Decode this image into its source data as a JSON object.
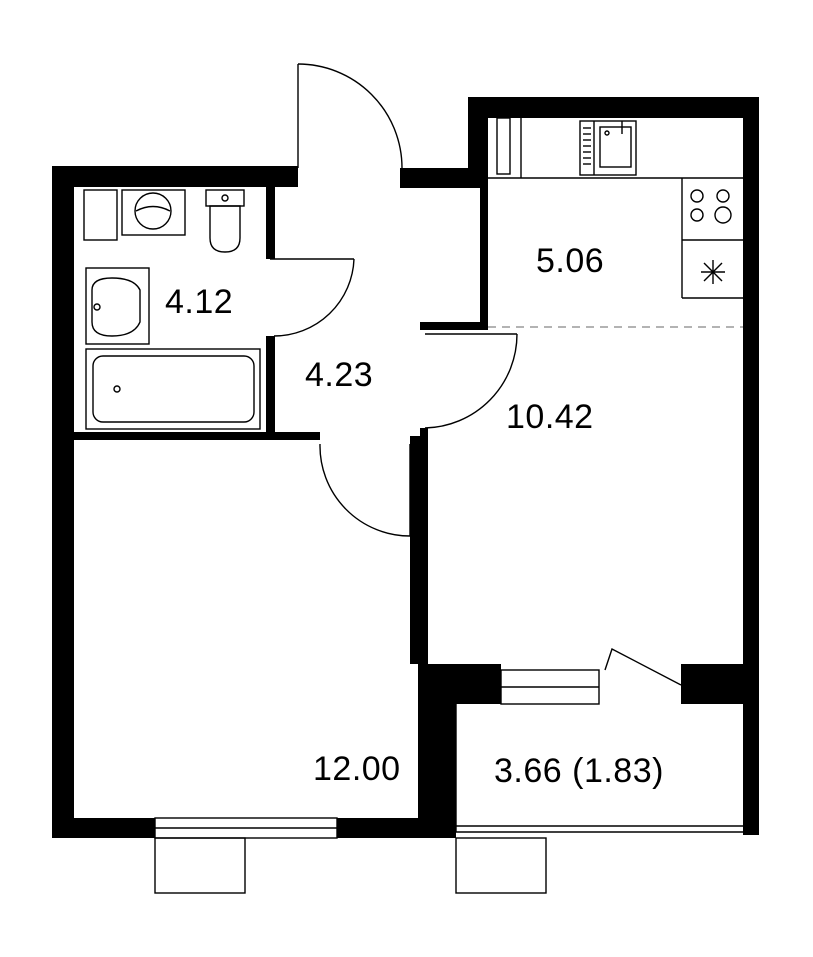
{
  "colors": {
    "wall": "#000000",
    "background": "#ffffff",
    "divider": "#9a9a9a"
  },
  "rooms": {
    "bathroom": {
      "area": "4.12"
    },
    "hallway": {
      "area": "4.23"
    },
    "kitchen": {
      "area": "5.06"
    },
    "living_kitchen": {
      "area": "10.42"
    },
    "bedroom": {
      "area": "12.00"
    },
    "balcony": {
      "area": "3.66 (1.83)"
    }
  },
  "icons": [
    "washing-machine-icon",
    "toilet-icon",
    "sink-icon",
    "bathtub-icon",
    "kitchen-sink-icon",
    "stove-icon",
    "kitchen-counter-icon"
  ]
}
